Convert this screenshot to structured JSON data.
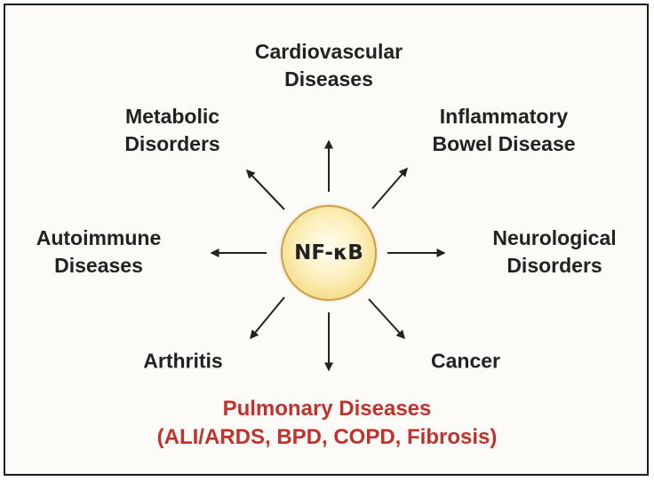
{
  "center": {
    "label": "NF-κB"
  },
  "outcomes": {
    "cardiovascular": {
      "line1": "Cardiovascular",
      "line2": "Diseases"
    },
    "metabolic": {
      "line1": "Metabolic",
      "line2": "Disorders"
    },
    "ibd": {
      "line1": "Inflammatory",
      "line2": "Bowel Disease"
    },
    "autoimmune": {
      "line1": "Autoimmune",
      "line2": "Diseases"
    },
    "neurological": {
      "line1": "Neurological",
      "line2": "Disorders"
    },
    "arthritis": {
      "line1": "Arthritis"
    },
    "cancer": {
      "line1": "Cancer"
    },
    "pulmonary": {
      "line1": "Pulmonary Diseases",
      "line2": "(ALI/ARDS, BPD, COPD, Fibrosis)"
    }
  },
  "colors": {
    "text": "#222222",
    "highlight": "#c0322d",
    "node_fill": "#fbe9a8",
    "node_border": "#c9a14a",
    "arrow": "#222222"
  }
}
